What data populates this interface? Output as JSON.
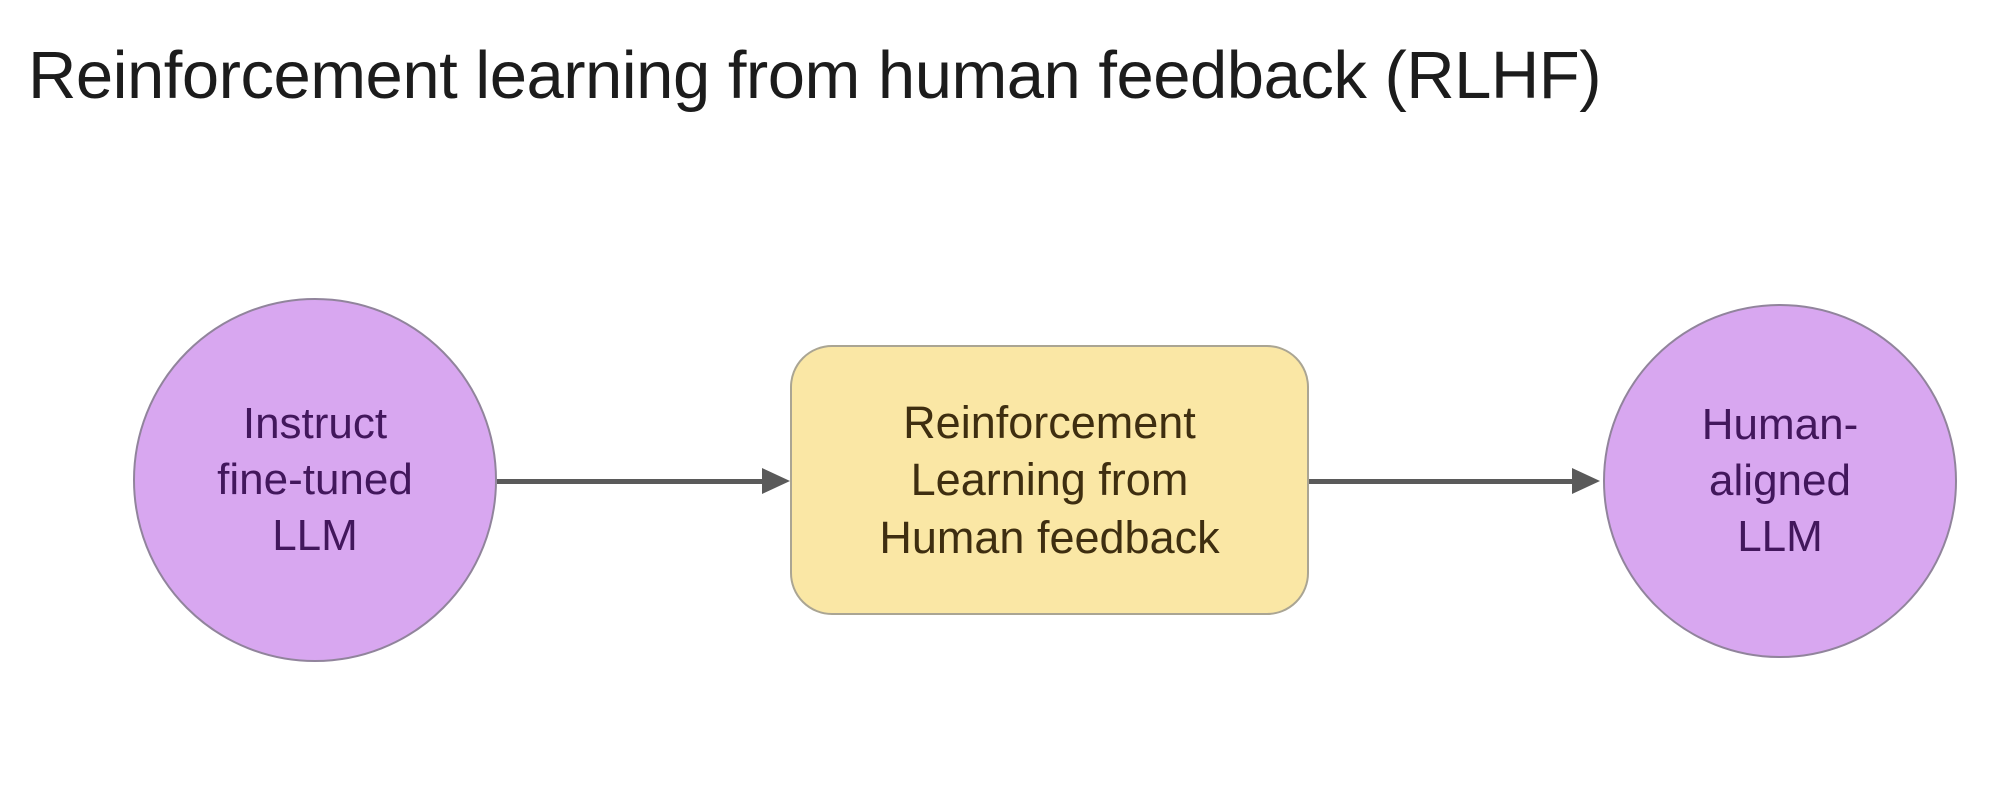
{
  "title": "Reinforcement learning from human feedback (RLHF)",
  "diagram": {
    "type": "flow-left-to-right",
    "nodes": [
      {
        "id": "instruct-llm",
        "shape": "circle",
        "label": "Instruct\nfine-tuned\nLLM",
        "fill": "#d8a7f0",
        "border": "#91849c",
        "text_color": "#42175c"
      },
      {
        "id": "rlhf-process",
        "shape": "rounded-rect",
        "label": "Reinforcement\nLearning from\nHuman feedback",
        "fill": "#fae7a5",
        "border": "#aaa593",
        "text_color": "#3e2e10"
      },
      {
        "id": "human-aligned-llm",
        "shape": "circle",
        "label": "Human-\naligned\nLLM",
        "fill": "#d8a7f0",
        "border": "#91849c",
        "text_color": "#42175c"
      }
    ],
    "edges": [
      {
        "from": "instruct-llm",
        "to": "rlhf-process",
        "style": "arrow-right"
      },
      {
        "from": "rlhf-process",
        "to": "human-aligned-llm",
        "style": "arrow-right"
      }
    ],
    "arrow_color": "#5a5a5a"
  },
  "colors": {
    "background": "#ffffff",
    "title_text": "#1c1c1c"
  }
}
